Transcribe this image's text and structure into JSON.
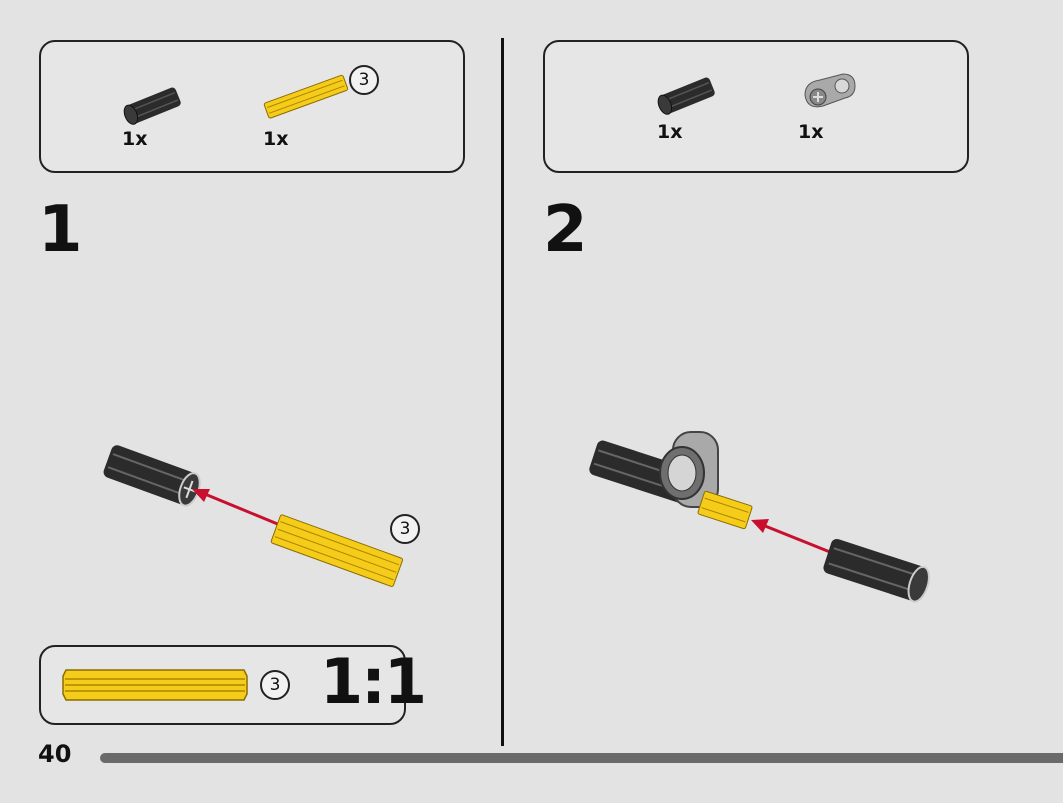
{
  "page": {
    "number": "40"
  },
  "step1": {
    "number": "1",
    "parts": [
      {
        "qty": "1x",
        "name": "black axle connector"
      },
      {
        "qty": "1x",
        "name": "yellow axle",
        "length": "3"
      }
    ],
    "callout_length": "3"
  },
  "step2": {
    "number": "2",
    "parts": [
      {
        "qty": "1x",
        "name": "black axle connector"
      },
      {
        "qty": "1x",
        "name": "gray pin connector"
      }
    ]
  },
  "scale_box": {
    "length": "3",
    "ratio": "1:1"
  },
  "colors": {
    "axle_yellow": "#f6cc1a",
    "connector_black": "#2b2b2b",
    "arrow_red": "#c8102e",
    "gray_part": "#a9a9a9"
  }
}
